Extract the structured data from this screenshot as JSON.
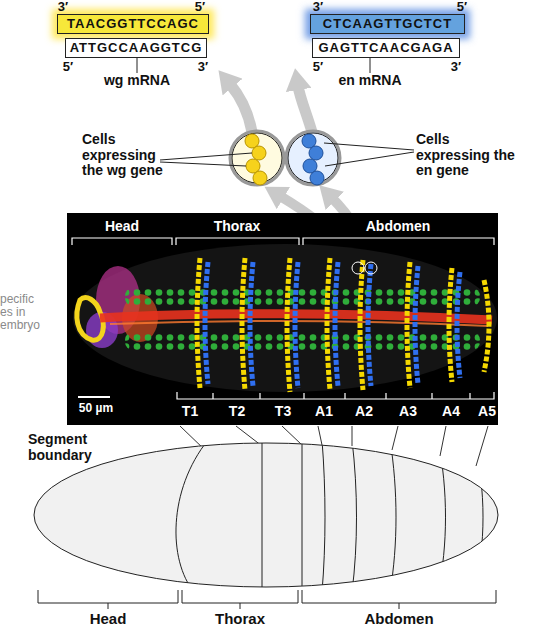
{
  "diagram": {
    "nodes": [
      {
        "text": [
          "TAACGGTTCCAGC"
        ]
      },
      {
        "text": [
          "ATTGCCAAGGTCG"
        ]
      },
      {
        "text": [
          "CTCAAGTTGCTCT"
        ]
      },
      {
        "text": [
          "GAGTTCAACGAGA"
        ]
      }
    ],
    "labels": [
      "3′",
      "5′",
      "5′",
      "3′",
      "wg mRNA",
      "3′",
      "5′",
      "5′",
      "3′",
      "en mRNA",
      "Cells expressing the wg gene",
      "Cells expressing the en gene",
      "Head",
      "Thorax",
      "Abdomen",
      "50 µm",
      "T1",
      "T2",
      "T3",
      "A1",
      "A2",
      "A3",
      "A4",
      "A5",
      "pecific",
      "es in",
      "embryo",
      "Segment boundary",
      "Head",
      "Thorax",
      "Abdomen"
    ]
  }
}
